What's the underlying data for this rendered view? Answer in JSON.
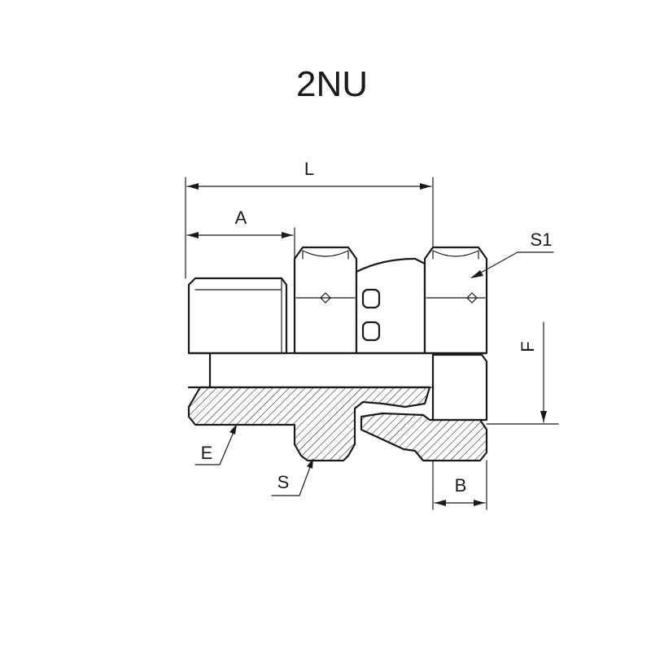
{
  "title": "2NU",
  "dimensions": {
    "L": "L",
    "A": "A",
    "S1": "S1",
    "F": "F",
    "E": "E",
    "S": "S",
    "B": "B"
  }
}
